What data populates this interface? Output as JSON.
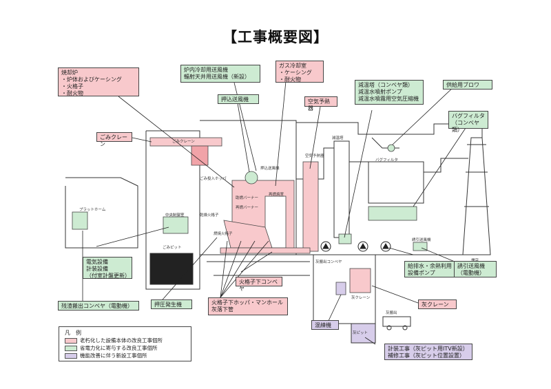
{
  "title": "【工事概要図】",
  "labels": {
    "furnace": "焼却炉\n・炉体およびケーシング\n・火格子\n・耐火物",
    "cooling_fan": "炉内冷却用送風機\n輻射天井用送風機（新設）",
    "gas_cooling": "ガス冷却室\n・ケーシング\n・耐火物",
    "forced_fan": "押込送風機",
    "air_preheater": "空気予熱器",
    "quench_tower": "減温塔（コンベヤ類）\n減温水噴射ポンプ\n減温水噴霧用空気圧縮機",
    "supply_blower": "供給用ブロワ",
    "bag_filter": "バグフィルタ\n（コンベヤ類）",
    "crane": "ごみクレーン",
    "electrical": "電気設備\n計装設備\n（付室計盤更新）",
    "grate_conveyor": "火格子下コンベヤ",
    "feedwater_pump": "給排水・余熱利用\n設備ポンプ",
    "induced_fan": "誘引送風機\n（電動機）",
    "extrusion": "押圧発生機",
    "hopper": "火格子下ホッパ・マンホール\n灰落下管",
    "ash_crane": "灰クレーン",
    "residue_conveyor": "残渣搬出コンベヤ（電動機）",
    "mixer": "混練機",
    "new_works": "計装工事（灰ピット用ITV新設）\n補修工事（灰ピット位置設置）"
  },
  "legend": {
    "head": "凡　例",
    "items": [
      {
        "text": "老朽化した設備本体の改良工事個所",
        "color": "#f8c9cc"
      },
      {
        "text": "省電力化に寄与する改良工事個所",
        "color": "#cdebd2"
      },
      {
        "text": "機能改善に伴う新設工事個所",
        "color": "#d7cdea"
      }
    ]
  },
  "plant_text": {
    "platform": "プラットホーム",
    "gomi_crane_small": "ごみクレーン",
    "gomi_hopper": "ごみ投入ホッパ",
    "gomi_pit": "ごみピット",
    "central_ctrl": "中央制御室",
    "dry_grate": "乾燥火格子",
    "combustion": "燃焼火格子",
    "burner1": "助燃バーナー",
    "burner2": "再燃バーナー",
    "reburn": "再燃焼室",
    "forced_fan_small": "押込送風機",
    "preheater_small": "空気予熱器",
    "quench_small": "減温塔",
    "bag_small": "バグフィルタ",
    "induced_small": "誘引送風機",
    "chimney": "煙突",
    "ash_pit": "灰ピット",
    "ash_conveyor": "灰搬出コンベヤ",
    "ash_crane_small": "灰クレーン",
    "ash_out": "灰搬出"
  },
  "colors": {
    "pink": "#f8c9cc",
    "pink_dark": "#f1a3a8",
    "green": "#cdebd2",
    "purple": "#d7cdea",
    "line": "#333333"
  }
}
